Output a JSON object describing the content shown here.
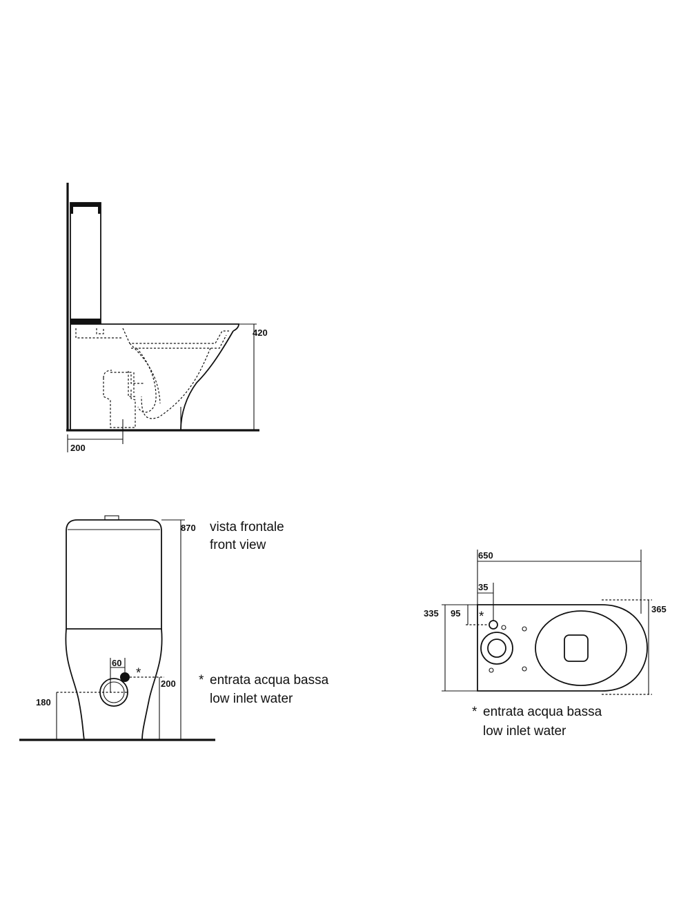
{
  "side_view": {
    "dim_height": "420",
    "dim_offset": "200"
  },
  "front_view": {
    "caption_it": "vista frontale",
    "caption_en": "front view",
    "dim_height": "870",
    "dim_inlet_offset": "60",
    "dim_inlet_height": "200",
    "dim_outlet_height": "180",
    "asterisk": "*"
  },
  "top_view": {
    "dim_length": "650",
    "dim_hole_offset": "35",
    "dim_width_left": "335",
    "dim_hole_y": "95",
    "dim_width_right": "365",
    "asterisk": "*"
  },
  "notes": {
    "front_note_it": "entrata acqua bassa",
    "front_note_en": "low inlet water",
    "top_note_it": "entrata acqua bassa",
    "top_note_en": "low inlet water",
    "asterisk": "*"
  }
}
